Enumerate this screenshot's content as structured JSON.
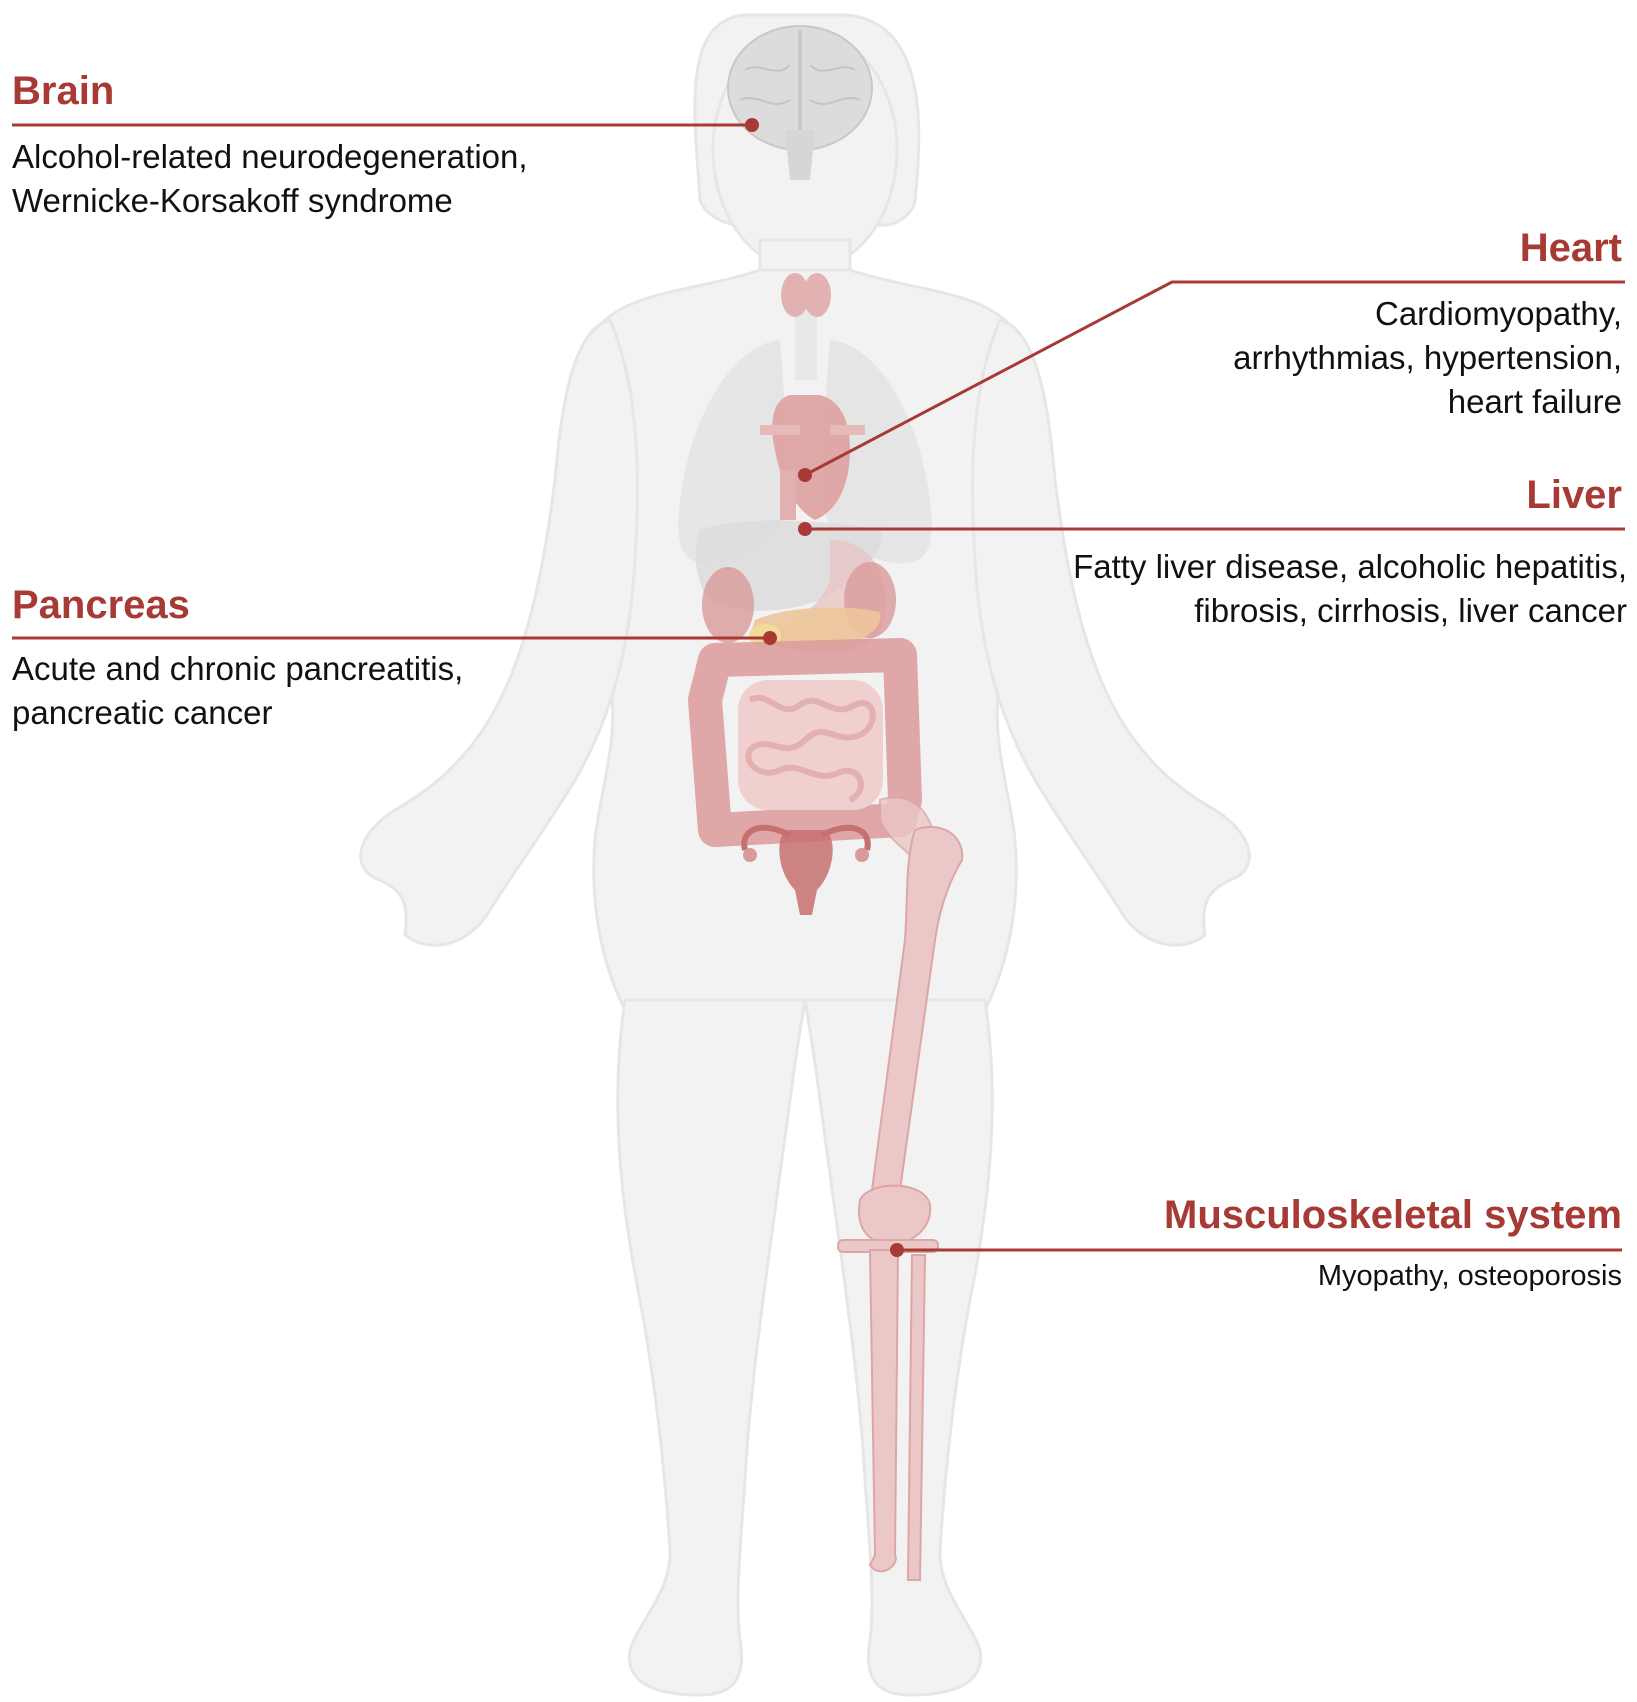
{
  "figure": {
    "accent_color": "#a83a36",
    "body_color": "#f2f2f2",
    "organ_color": "#e3a7a7",
    "callouts": [
      {
        "id": "brain",
        "title": "Brain",
        "lines": [
          "Alcohol-related neurodegeneration,",
          "Wernicke-Korsakoff syndrome"
        ],
        "side": "left"
      },
      {
        "id": "heart",
        "title": "Heart",
        "lines": [
          "Cardiomyopathy,",
          "arrhythmias, hypertension,",
          "heart failure"
        ],
        "side": "right"
      },
      {
        "id": "liver",
        "title": "Liver",
        "lines": [
          "Fatty liver disease, alcoholic hepatitis,",
          "fibrosis, cirrhosis, liver cancer"
        ],
        "side": "right"
      },
      {
        "id": "pancreas",
        "title": "Pancreas",
        "lines": [
          "Acute and chronic pancreatitis,",
          "pancreatic cancer"
        ],
        "side": "left"
      },
      {
        "id": "musculoskeletal",
        "title": "Musculoskeletal system",
        "lines": [
          "Myopathy, osteoporosis"
        ],
        "side": "right"
      }
    ]
  }
}
